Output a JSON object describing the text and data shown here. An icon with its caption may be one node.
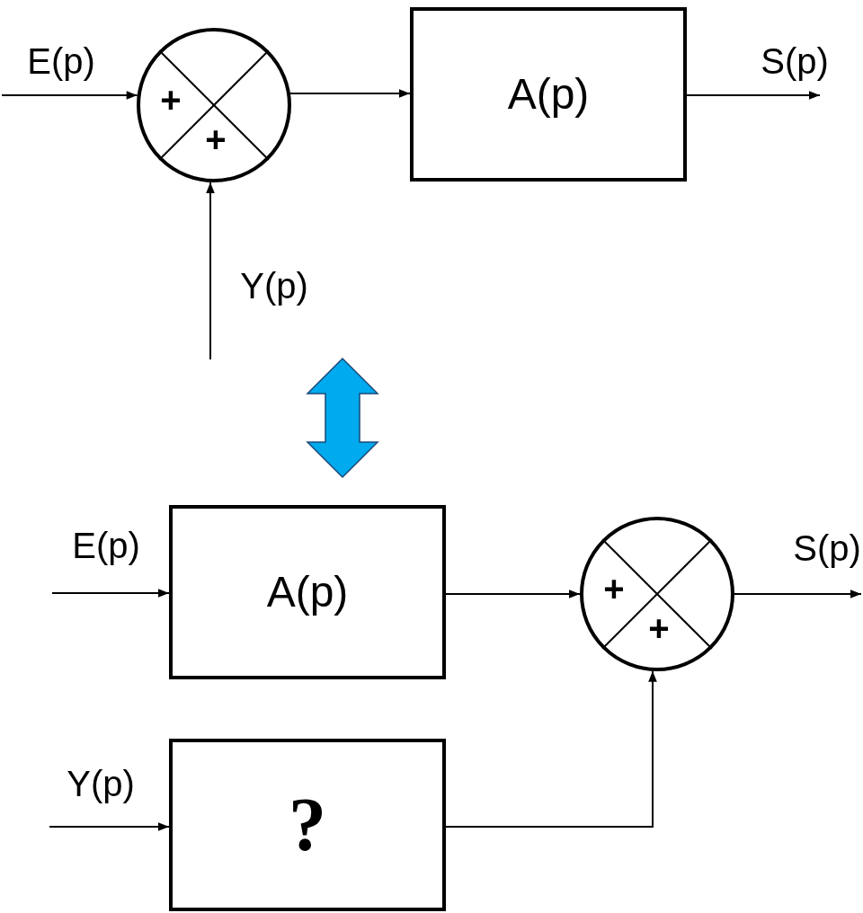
{
  "diagram": {
    "nodes": [
      {
        "text": [
          "+",
          "+"
        ]
      },
      {
        "text": [
          "A(p)"
        ]
      },
      {
        "text": [
          "A(p)"
        ]
      },
      {
        "text": [
          "+",
          "+"
        ]
      },
      {
        "text": [
          "?"
        ]
      }
    ],
    "edges": [
      {
        "from": null,
        "to": 0,
        "arrow": "to",
        "label": "E(p)"
      },
      {
        "from": 0,
        "to": 1,
        "arrow": "to"
      },
      {
        "from": 1,
        "to": null,
        "arrow": "to",
        "label": "S(p)"
      },
      {
        "from": null,
        "to": 0,
        "arrow": "to",
        "label": "Y(p)"
      },
      {
        "from": null,
        "to": 2,
        "arrow": "to",
        "label": "E(p)"
      },
      {
        "from": 2,
        "to": 3,
        "arrow": "to"
      },
      {
        "from": 3,
        "to": null,
        "arrow": "to",
        "label": "S(p)"
      },
      {
        "from": null,
        "to": 4,
        "arrow": "to",
        "label": "Y(p)"
      },
      {
        "from": 4,
        "to": 3,
        "arrow": "to"
      }
    ]
  }
}
